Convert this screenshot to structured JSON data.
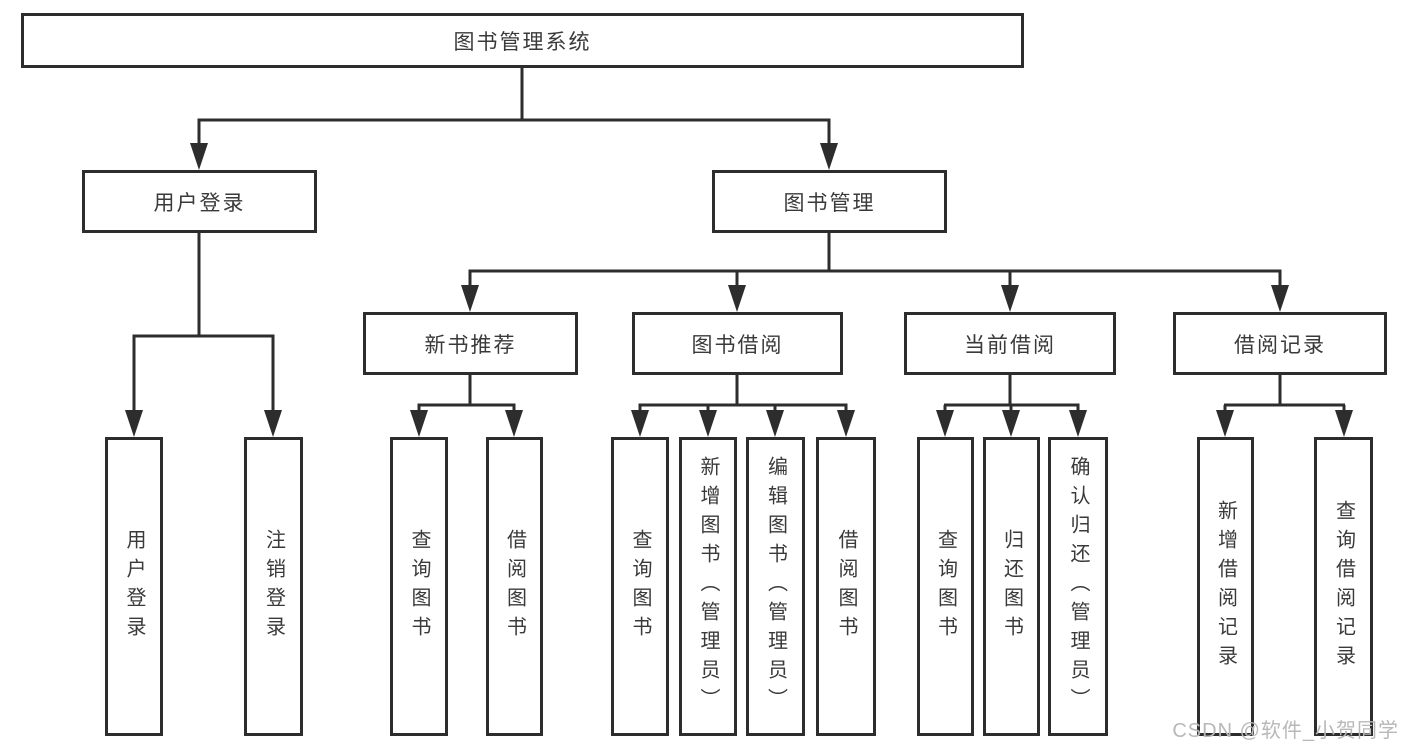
{
  "diagram": {
    "root": {
      "label": "图书管理系统"
    },
    "branches": [
      {
        "label": "用户登录",
        "children": [
          {
            "label": "用户登录"
          },
          {
            "label": "注销登录"
          }
        ]
      },
      {
        "label": "图书管理",
        "children": [
          {
            "label": "新书推荐",
            "children": [
              {
                "label": "查询图书"
              },
              {
                "label": "借阅图书"
              }
            ]
          },
          {
            "label": "图书借阅",
            "children": [
              {
                "label": "查询图书"
              },
              {
                "label": "新增图书（管理员）"
              },
              {
                "label": "编辑图书（管理员）"
              },
              {
                "label": "借阅图书"
              }
            ]
          },
          {
            "label": "当前借阅",
            "children": [
              {
                "label": "查询图书"
              },
              {
                "label": "归还图书"
              },
              {
                "label": "确认归还（管理员）"
              }
            ]
          },
          {
            "label": "借阅记录",
            "children": [
              {
                "label": "新增借阅记录"
              },
              {
                "label": "查询借阅记录"
              }
            ]
          }
        ]
      }
    ]
  },
  "watermark": {
    "text": "CSDN @软件_小贺同学",
    "color": "#b8b8b8"
  },
  "colors": {
    "line": "#2d2d2d",
    "text": "#3a3a3a",
    "box_background": "#ffffff",
    "page_background": "#ffffff"
  }
}
